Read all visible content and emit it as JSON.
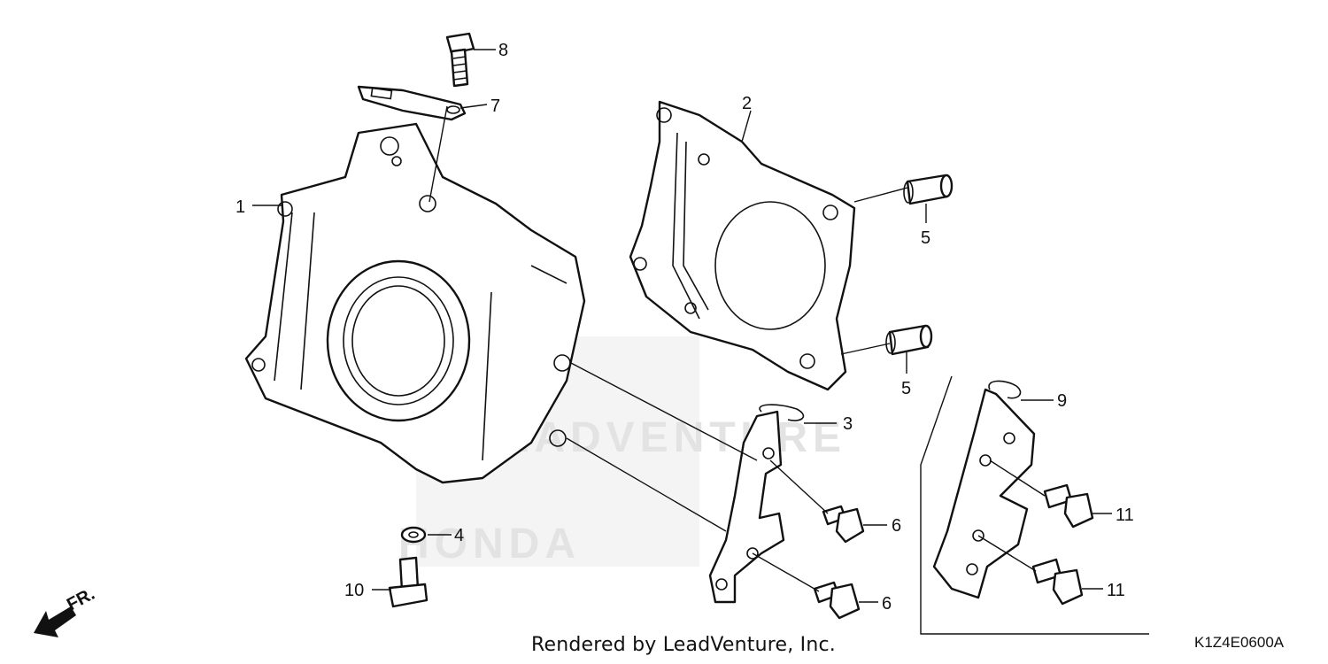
{
  "footer": {
    "credit": "Rendered by LeadVenture, Inc.",
    "diagram_code": "K1Z4E0600A"
  },
  "direction": {
    "front_label": "FR."
  },
  "watermark": {
    "top_text": "LEADVENTURE",
    "bottom_text": "HONDA"
  },
  "callouts": {
    "c1": "1",
    "c2": "2",
    "c3": "3",
    "c4": "4",
    "c5a": "5",
    "c5b": "5",
    "c6a": "6",
    "c6b": "6",
    "c7": "7",
    "c8": "8",
    "c9": "9",
    "c10": "10",
    "c11a": "11",
    "c11b": "11"
  },
  "icons": [
    "front-direction-arrow-icon"
  ],
  "colors": {
    "line": "#111111",
    "watermark": "#e3e3e3",
    "background": "#ffffff"
  }
}
